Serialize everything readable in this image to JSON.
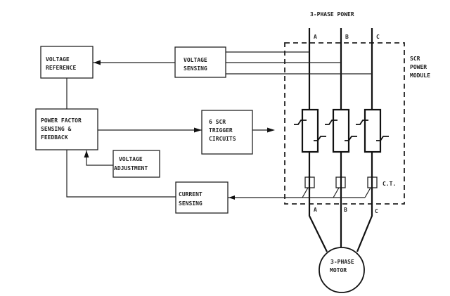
{
  "diagram": {
    "title": "3-PHASE POWER",
    "colors": {
      "line": "#222222",
      "background": "#ffffff"
    },
    "blocks": {
      "voltage_reference": [
        "VOLTAGE",
        "REFERENCE"
      ],
      "voltage_sensing": [
        "VOLTAGE",
        "SENSING"
      ],
      "power_factor": [
        "POWER FACTOR",
        "SENSING &",
        "FEEDBACK"
      ],
      "scr_trigger": [
        "6 SCR",
        "TRIGGER",
        "CIRCUITS"
      ],
      "voltage_adjustment": [
        "VOLTAGE",
        "ADJUSTMENT"
      ],
      "current_sensing": [
        "CURRENT",
        "SENSING"
      ]
    },
    "module_label": [
      "SCR",
      "POWER",
      "MODULE"
    ],
    "phases_top": [
      "A",
      "B",
      "C"
    ],
    "phases_bottom": [
      "A",
      "B",
      "C"
    ],
    "ct_label": "C.T.",
    "motor": [
      "3-PHASE",
      "MOTOR"
    ],
    "connections": [
      {
        "from": "voltage_sensing",
        "to": "voltage_reference"
      },
      {
        "from": "voltage_reference",
        "to": "power_factor"
      },
      {
        "from": "power_factor",
        "to": "scr_trigger"
      },
      {
        "from": "scr_trigger",
        "to": "scr_power_module"
      },
      {
        "from": "voltage_adjustment",
        "to": "power_factor"
      },
      {
        "from": "current_transformers",
        "to": "current_sensing"
      },
      {
        "from": "current_sensing",
        "to": "power_factor"
      },
      {
        "from": "phase_lines",
        "to": "voltage_sensing"
      },
      {
        "from": "scr_power_module",
        "to": "motor"
      }
    ]
  }
}
